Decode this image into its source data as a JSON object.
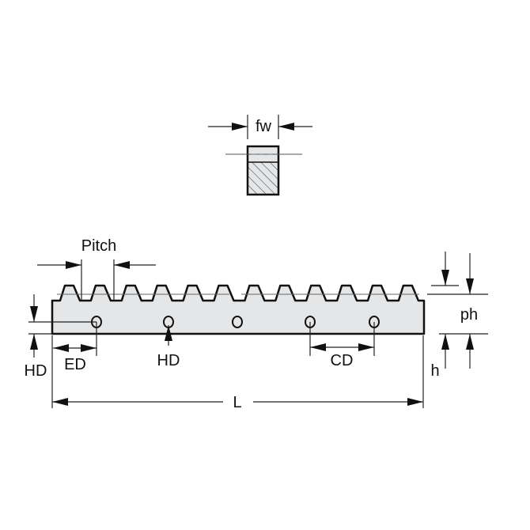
{
  "diagram": {
    "title": "Gear rack dimensions",
    "labels": {
      "fw": "fw",
      "pitch": "Pitch",
      "ph": "ph",
      "h": "h",
      "hd_left": "HD",
      "ed": "ED",
      "hd_center": "HD",
      "cd": "CD",
      "l": "L"
    },
    "teeth_count": 12,
    "hole_count": 5,
    "colors": {
      "body": "#e4e6e8",
      "line": "#111111"
    }
  }
}
